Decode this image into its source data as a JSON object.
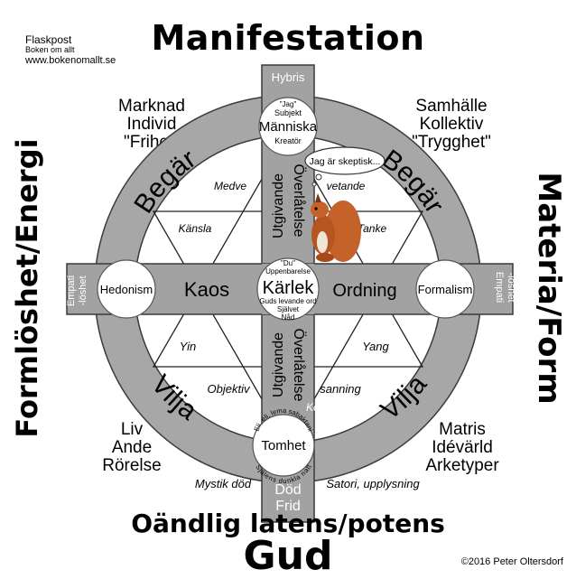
{
  "titles": {
    "top": "Manifestation",
    "bottom_line1": "Oändlig latens/potens",
    "bottom_line2": "Gud",
    "left": "Formlöshet/Energi",
    "right": "Materia/Form"
  },
  "header": {
    "line1": "Flaskpost",
    "line2": "Boken om allt",
    "line3": "www.bokenomallt.se"
  },
  "copyright": "©2016 Peter Oltersdorf",
  "corners": {
    "top_left": [
      "Marknad",
      "Individ",
      "\"Frihet\""
    ],
    "top_right": [
      "Samhälle",
      "Kollektiv",
      "\"Trygghet\""
    ],
    "bottom_left": [
      "Liv",
      "Ande",
      "Rörelse"
    ],
    "bottom_right": [
      "Matris",
      "Idévärld",
      "Arketyper"
    ]
  },
  "ring": {
    "top_left": "Begär",
    "top_right": "Begär",
    "bottom_left": "Vilja",
    "bottom_right": "Vilja"
  },
  "vertical_bar": {
    "top": "Hybris",
    "upper_left": "Utgivande",
    "upper_right": "Överlåtelse",
    "lower_left": "Utgivande",
    "lower_right": "Överlåtelse",
    "bottom_1": "Död",
    "bottom_2": "Frid"
  },
  "horizontal_bar": {
    "left": "Kaos",
    "right": "Ordning",
    "left_end": [
      "Empati",
      "-löshet"
    ],
    "right_end": [
      "Empati",
      "-löshet"
    ]
  },
  "circles": {
    "top": {
      "line1": "\"Jag\"",
      "line2": "Subjekt",
      "main": "Människa",
      "line4": "Kreatör"
    },
    "center": {
      "line1": "\"Du\"",
      "line2": "Uppenbarelse",
      "main": "Kärlek",
      "line4": "Guds levande ord",
      "line5": "Självet",
      "line6": "Nåd"
    },
    "left": "Hedonism",
    "right": "Formalism",
    "bottom": {
      "main": "Tomhet",
      "arc_top": "Eli, eli, lema sabaktani",
      "arc_bottom": "Själens dunkla natt"
    }
  },
  "star_labels": {
    "top_left": "Medve",
    "top_right": "vetande",
    "upper_left": "Känsla",
    "upper_right": "Tanke",
    "lower_left": "Yin",
    "lower_right": "Yang",
    "bottom_left": "Objektiv",
    "bottom_right": "sanning",
    "koan": "Koan"
  },
  "bottom_labels": {
    "left": "Mystik död",
    "right": "Satori, upplysning"
  },
  "speech_bubble": "Jag är skeptisk...",
  "colors": {
    "ring_fill": "#a7a7a7",
    "bar_fill": "#a2a2a2",
    "outline": "#3a3a3a",
    "squirrel": "#c4622a"
  }
}
